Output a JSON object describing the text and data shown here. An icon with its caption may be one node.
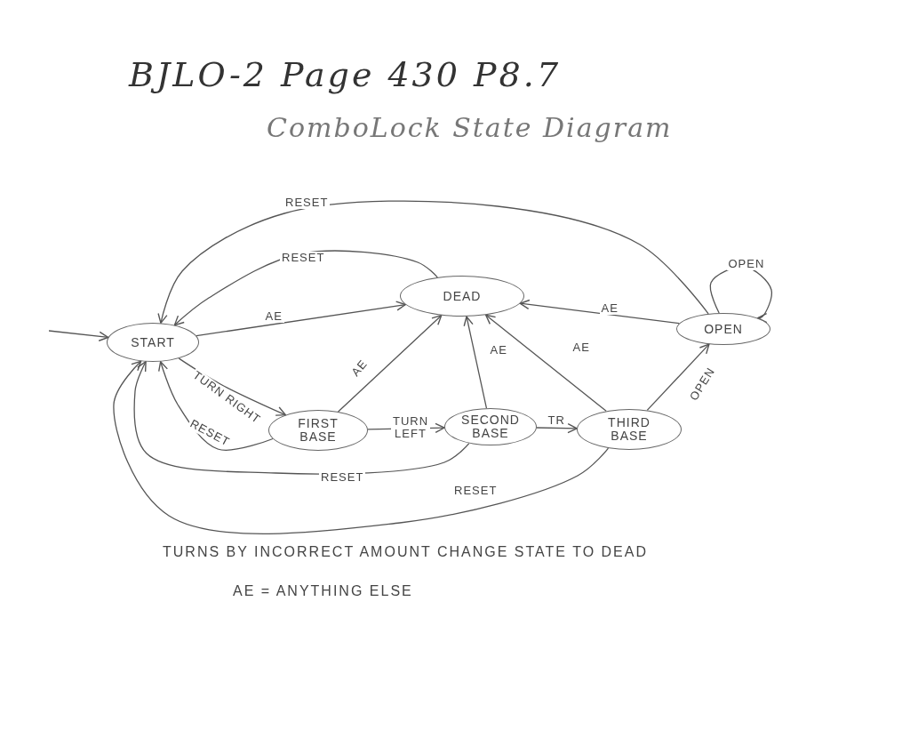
{
  "diagram": {
    "title": "BJLO-2 Page 430 P8.7",
    "nodes": [
      {
        "text": [
          "START"
        ]
      },
      {
        "text": [
          "DEAD"
        ]
      },
      {
        "text": [
          "FIRST BASE"
        ]
      },
      {
        "text": [
          "SECOND BASE"
        ]
      },
      {
        "text": [
          "THIRD BASE"
        ]
      },
      {
        "text": [
          "OPEN"
        ]
      }
    ],
    "edges": [
      {
        "from": null,
        "to": 0,
        "arrow": "to"
      },
      {
        "from": 0,
        "to": 1,
        "arrow": "to",
        "label": "AE"
      },
      {
        "from": 0,
        "to": 2,
        "arrow": "to",
        "label": "TURN RIGHT"
      },
      {
        "from": 2,
        "to": 0,
        "arrow": "to",
        "label": "RESET"
      },
      {
        "from": 2,
        "to": 1,
        "arrow": "to",
        "label": "AE"
      },
      {
        "from": 2,
        "to": 3,
        "arrow": "to",
        "label": "TURN LEFT"
      },
      {
        "from": 3,
        "to": 1,
        "arrow": "to",
        "label": "AE"
      },
      {
        "from": 3,
        "to": 4,
        "arrow": "to",
        "label": "TR"
      },
      {
        "from": 4,
        "to": 1,
        "arrow": "to",
        "label": "AE"
      },
      {
        "from": 4,
        "to": 5,
        "arrow": "to",
        "label": "OPEN"
      },
      {
        "from": 5,
        "to": 1,
        "arrow": "to",
        "label": "AE"
      },
      {
        "from": 5,
        "to": 5,
        "arrow": "to",
        "label": "OPEN"
      },
      {
        "from": 5,
        "to": 0,
        "arrow": "to",
        "label": "RESET"
      },
      {
        "from": 1,
        "to": 0,
        "arrow": "to",
        "label": "RESET"
      },
      {
        "from": 3,
        "to": 0,
        "arrow": "to",
        "label": "RESET"
      },
      {
        "from": 4,
        "to": 0,
        "arrow": "to",
        "label": "RESET"
      }
    ],
    "labels": [
      "ComboLock State Diagram",
      "TURNS BY INCORRECT AMOUNT CHANGE STATE TO DEAD",
      "AE = ANYTHING ELSE"
    ]
  }
}
